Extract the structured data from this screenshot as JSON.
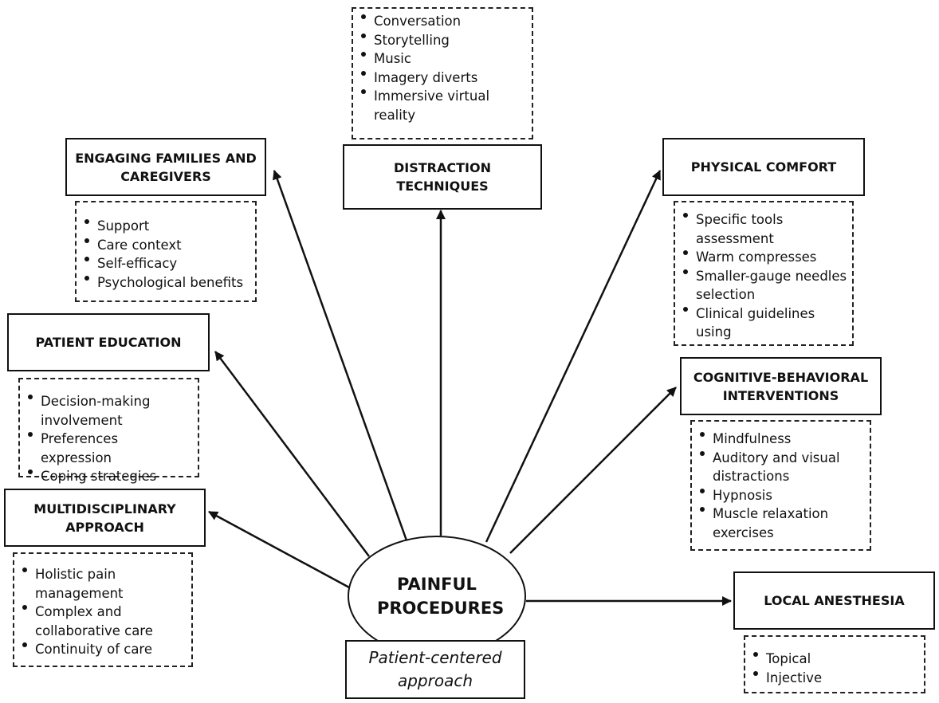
{
  "center": {
    "title": "PAINFUL PROCEDURES",
    "subtitle": "Patient-centered approach"
  },
  "nodes": {
    "distraction": {
      "title": "DISTRACTION TECHNIQUES",
      "items": [
        "Conversation",
        "Storytelling",
        "Music",
        "Imagery diverts",
        "Immersive virtual reality"
      ]
    },
    "families": {
      "title": "ENGAGING FAMILIES AND CAREGIVERS",
      "items": [
        "Support",
        "Care context",
        "Self-efficacy",
        "Psychological benefits"
      ]
    },
    "physical": {
      "title": "PHYSICAL COMFORT",
      "items": [
        "Specific tools assessment",
        "Warm compresses",
        "Smaller-gauge needles selection",
        "Clinical guidelines using"
      ]
    },
    "education": {
      "title": "PATIENT EDUCATION",
      "items": [
        "Decision-making involvement",
        "Preferences expression",
        "Coping strategies"
      ]
    },
    "cognitive": {
      "title": "COGNITIVE-BEHAVIORAL INTERVENTIONS",
      "items": [
        "Mindfulness",
        "Auditory and visual distractions",
        "Hypnosis",
        "Muscle relaxation exercises"
      ]
    },
    "multidisciplinary": {
      "title": "MULTIDISCIPLINARY APPROACH",
      "items": [
        "Holistic pain management",
        "Complex and collaborative care",
        "Continuity of care"
      ]
    },
    "anesthesia": {
      "title": "LOCAL ANESTHESIA",
      "items": [
        "Topical",
        "Injective"
      ]
    }
  }
}
